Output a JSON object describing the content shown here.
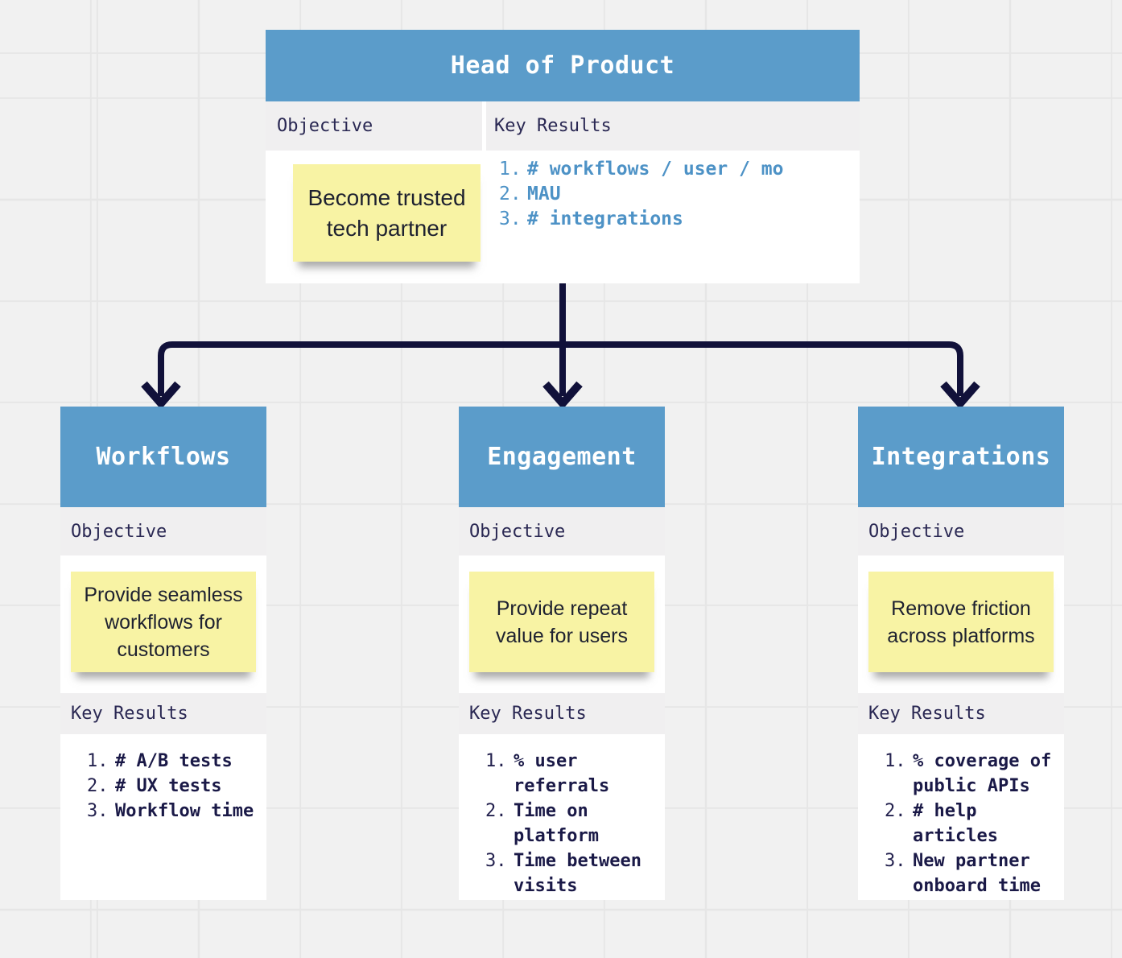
{
  "board": {
    "type": "okr-tree",
    "colors": {
      "background": "#f1f1f1",
      "grid_line": "#e6e6e6",
      "header_blue": "#5b9cca",
      "card_white": "#ffffff",
      "section_gray": "#f0eff0",
      "sticky_yellow": "#f8f3a4",
      "label_navy": "#2a2853",
      "key_result_navy": "#1a1947",
      "key_result_blue": "#4d92c6",
      "connector_navy": "#11113a"
    }
  },
  "root_card": {
    "title": "Head of Product",
    "objective_label": "Objective",
    "key_results_label": "Key Results",
    "objective_note": "Become trusted tech partner",
    "key_results": [
      "# workflows / user / mo",
      "MAU",
      "# integrations"
    ]
  },
  "children": [
    {
      "title": "Workflows",
      "objective_label": "Objective",
      "key_results_label": "Key Results",
      "objective_note": "Provide seamless workflows for customers",
      "key_results": [
        "# A/B tests",
        "# UX tests",
        "Workflow time"
      ]
    },
    {
      "title": "Engagement",
      "objective_label": "Objective",
      "key_results_label": "Key Results",
      "objective_note": "Provide repeat value for users",
      "key_results": [
        "% user referrals",
        "Time on platform",
        "Time between visits"
      ]
    },
    {
      "title": "Integrations",
      "objective_label": "Objective",
      "key_results_label": "Key Results",
      "objective_note": "Remove friction across platforms",
      "key_results": [
        "% coverage of public APIs",
        "# help articles",
        "New partner onboard time"
      ]
    }
  ]
}
